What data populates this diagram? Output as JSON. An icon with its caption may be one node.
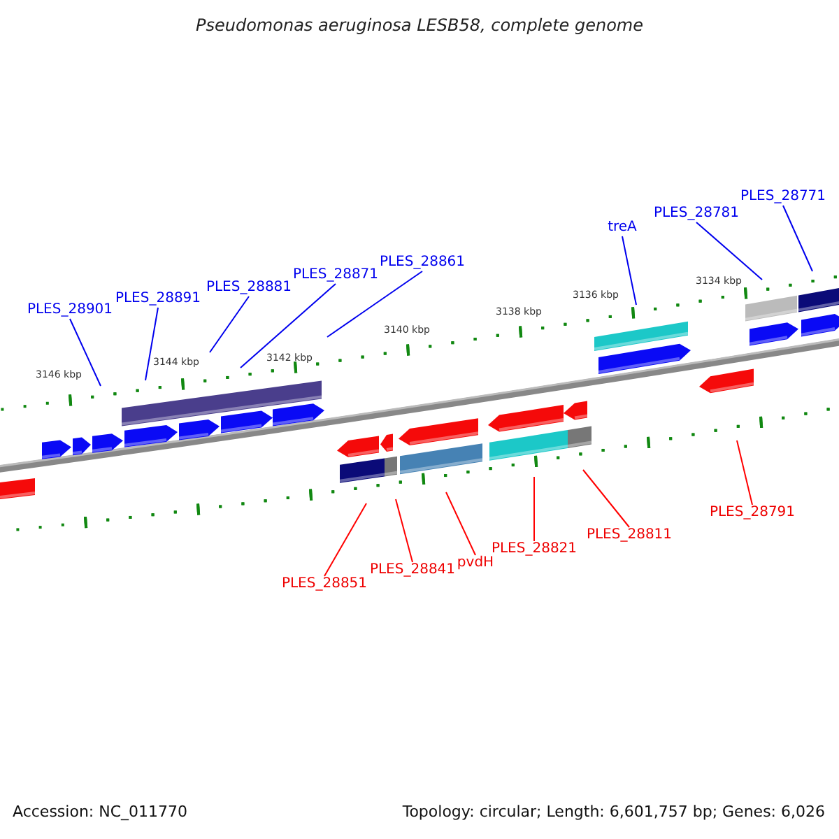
{
  "diagram": {
    "title": "Pseudomonas aeruginosa LESB58, complete genome",
    "nodes": [
      {
        "text": [
          "PLES_28901"
        ]
      },
      {
        "text": [
          "PLES_28891"
        ]
      },
      {
        "text": [
          "PLES_28881"
        ]
      },
      {
        "text": [
          "PLES_28871"
        ]
      },
      {
        "text": [
          "PLES_28861"
        ]
      },
      {
        "text": [
          "treA"
        ]
      },
      {
        "text": [
          "PLES_28781"
        ]
      },
      {
        "text": [
          "PLES_28771"
        ]
      },
      {
        "text": [
          "PLES_28851"
        ]
      },
      {
        "text": [
          "PLES_28841"
        ]
      },
      {
        "text": [
          "pvdH"
        ]
      },
      {
        "text": [
          "PLES_28821"
        ]
      },
      {
        "text": [
          "PLES_28811"
        ]
      },
      {
        "text": [
          "PLES_28791"
        ]
      }
    ],
    "edges": [
      {
        "from": 0,
        "to": null,
        "arrow": "none"
      },
      {
        "from": 1,
        "to": null,
        "arrow": "none"
      },
      {
        "from": 2,
        "to": null,
        "arrow": "none"
      },
      {
        "from": 3,
        "to": null,
        "arrow": "none"
      },
      {
        "from": 4,
        "to": null,
        "arrow": "none"
      },
      {
        "from": 5,
        "to": null,
        "arrow": "none"
      },
      {
        "from": 6,
        "to": null,
        "arrow": "none"
      },
      {
        "from": 7,
        "to": null,
        "arrow": "none"
      },
      {
        "from": 8,
        "to": null,
        "arrow": "none",
        "color": "#ff0000"
      },
      {
        "from": 9,
        "to": null,
        "arrow": "none",
        "color": "#ff0000"
      },
      {
        "from": 10,
        "to": null,
        "arrow": "none",
        "color": "#ff0000"
      },
      {
        "from": 11,
        "to": null,
        "arrow": "none",
        "color": "#ff0000"
      },
      {
        "from": 12,
        "to": null,
        "arrow": "none",
        "color": "#ff0000"
      },
      {
        "from": 13,
        "to": null,
        "arrow": "none",
        "color": "#ff0000"
      }
    ],
    "labels": [
      "3146 kbp",
      "3144 kbp",
      "3142 kbp",
      "3140 kbp",
      "3138 kbp",
      "3136 kbp",
      "3134 kbp",
      "Accession: NC_011770",
      "Topology: circular; Length: 6,601,757 bp; Genes: 6,026"
    ]
  }
}
